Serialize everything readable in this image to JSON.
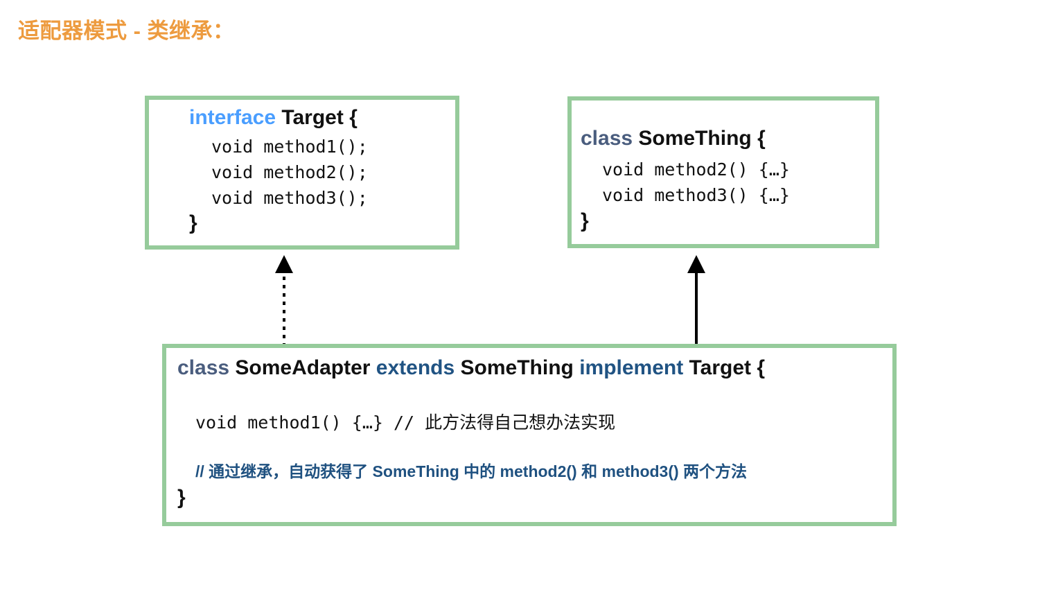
{
  "slide": {
    "title": "适配器模式 - 类继承：",
    "title_color": "#ed9b3f",
    "background": "#ffffff",
    "box_border_color": "#96cb9b"
  },
  "colors": {
    "keyword_interface": "#4a9eff",
    "keyword_class": "#4a5d7e",
    "keyword_extends": "#205383",
    "keyword_implement": "#205383",
    "comment_blue": "#1f5180",
    "text_black": "#111111"
  },
  "boxes": {
    "target": {
      "header": {
        "keyword": "interface",
        "name_and_brace": " Target {"
      },
      "members": [
        "void method1();",
        "void method2();",
        "void method3();"
      ],
      "closing_brace": "}"
    },
    "something": {
      "header": {
        "keyword": "class",
        "name_and_brace": " SomeThing {"
      },
      "members": [
        "void method2() {…}",
        "void method3() {…}"
      ],
      "closing_brace": "}"
    },
    "adapter": {
      "header": {
        "kw_class": "class",
        "name": " SomeAdapter ",
        "kw_extends": "extends",
        "super_name": " SomeThing ",
        "kw_implement": "implement",
        "iface_and_brace": " Target {"
      },
      "body_line_1": "void method1() {…} // 此方法得自己想办法实现",
      "body_line_2": "// 通过继承，自动获得了 SomeThing 中的 method2() 和 method3() 两个方法",
      "closing_brace": "}"
    }
  },
  "arrows": {
    "realization": {
      "style": "dotted",
      "head": "solid-triangle",
      "from": "SomeAdapter",
      "to": "Target"
    },
    "inheritance": {
      "style": "solid",
      "head": "solid-triangle",
      "from": "SomeAdapter",
      "to": "SomeThing"
    }
  }
}
